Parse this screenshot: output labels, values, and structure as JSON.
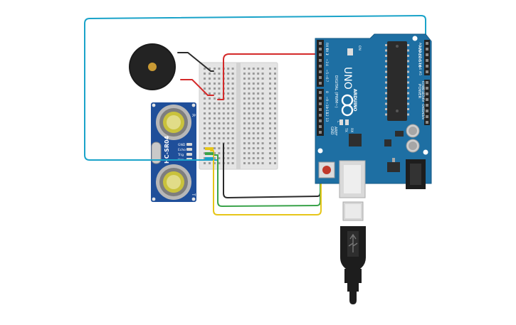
{
  "sensor": {
    "model_label": "HC-SR04",
    "pins": [
      "GND",
      "Echo",
      "Trig",
      "Vcc"
    ],
    "marker_top": "R",
    "marker_bottom": "T"
  },
  "arduino": {
    "brand_label": "ARDUINO",
    "model_label": "UNO",
    "digital_header_label": "DIGITAL (PWM~)",
    "analog_header_label": "ANALOG IN",
    "power_header_label": "POWER",
    "aref_label": "AREF",
    "gnd_label": "GND",
    "tx_label": "TX",
    "rx_label": "RX",
    "on_label": "ON",
    "l_label": "L",
    "digital_pins": [
      "RX 0",
      "TX 1",
      "2",
      "~3",
      "4",
      "~5",
      "~6",
      "7",
      "8",
      "~9",
      "~10",
      "~11",
      "12",
      "13"
    ],
    "analog_pins": [
      "A0",
      "A1",
      "A2",
      "A3",
      "A4",
      "A5"
    ],
    "power_pins": [
      "IOREF",
      "RESET",
      "3.3V",
      "5V",
      "GND",
      "GND",
      "Vin"
    ]
  },
  "colors": {
    "wire_blue": "#1aa3c9",
    "wire_red": "#d42a2a",
    "wire_black": "#2a2a2a",
    "wire_green": "#3aa34a",
    "wire_yellow": "#e6c619",
    "board_blue": "#1e6fa3",
    "sensor_blue": "#1f4f9a",
    "breadboard": "#e8e8e8"
  }
}
